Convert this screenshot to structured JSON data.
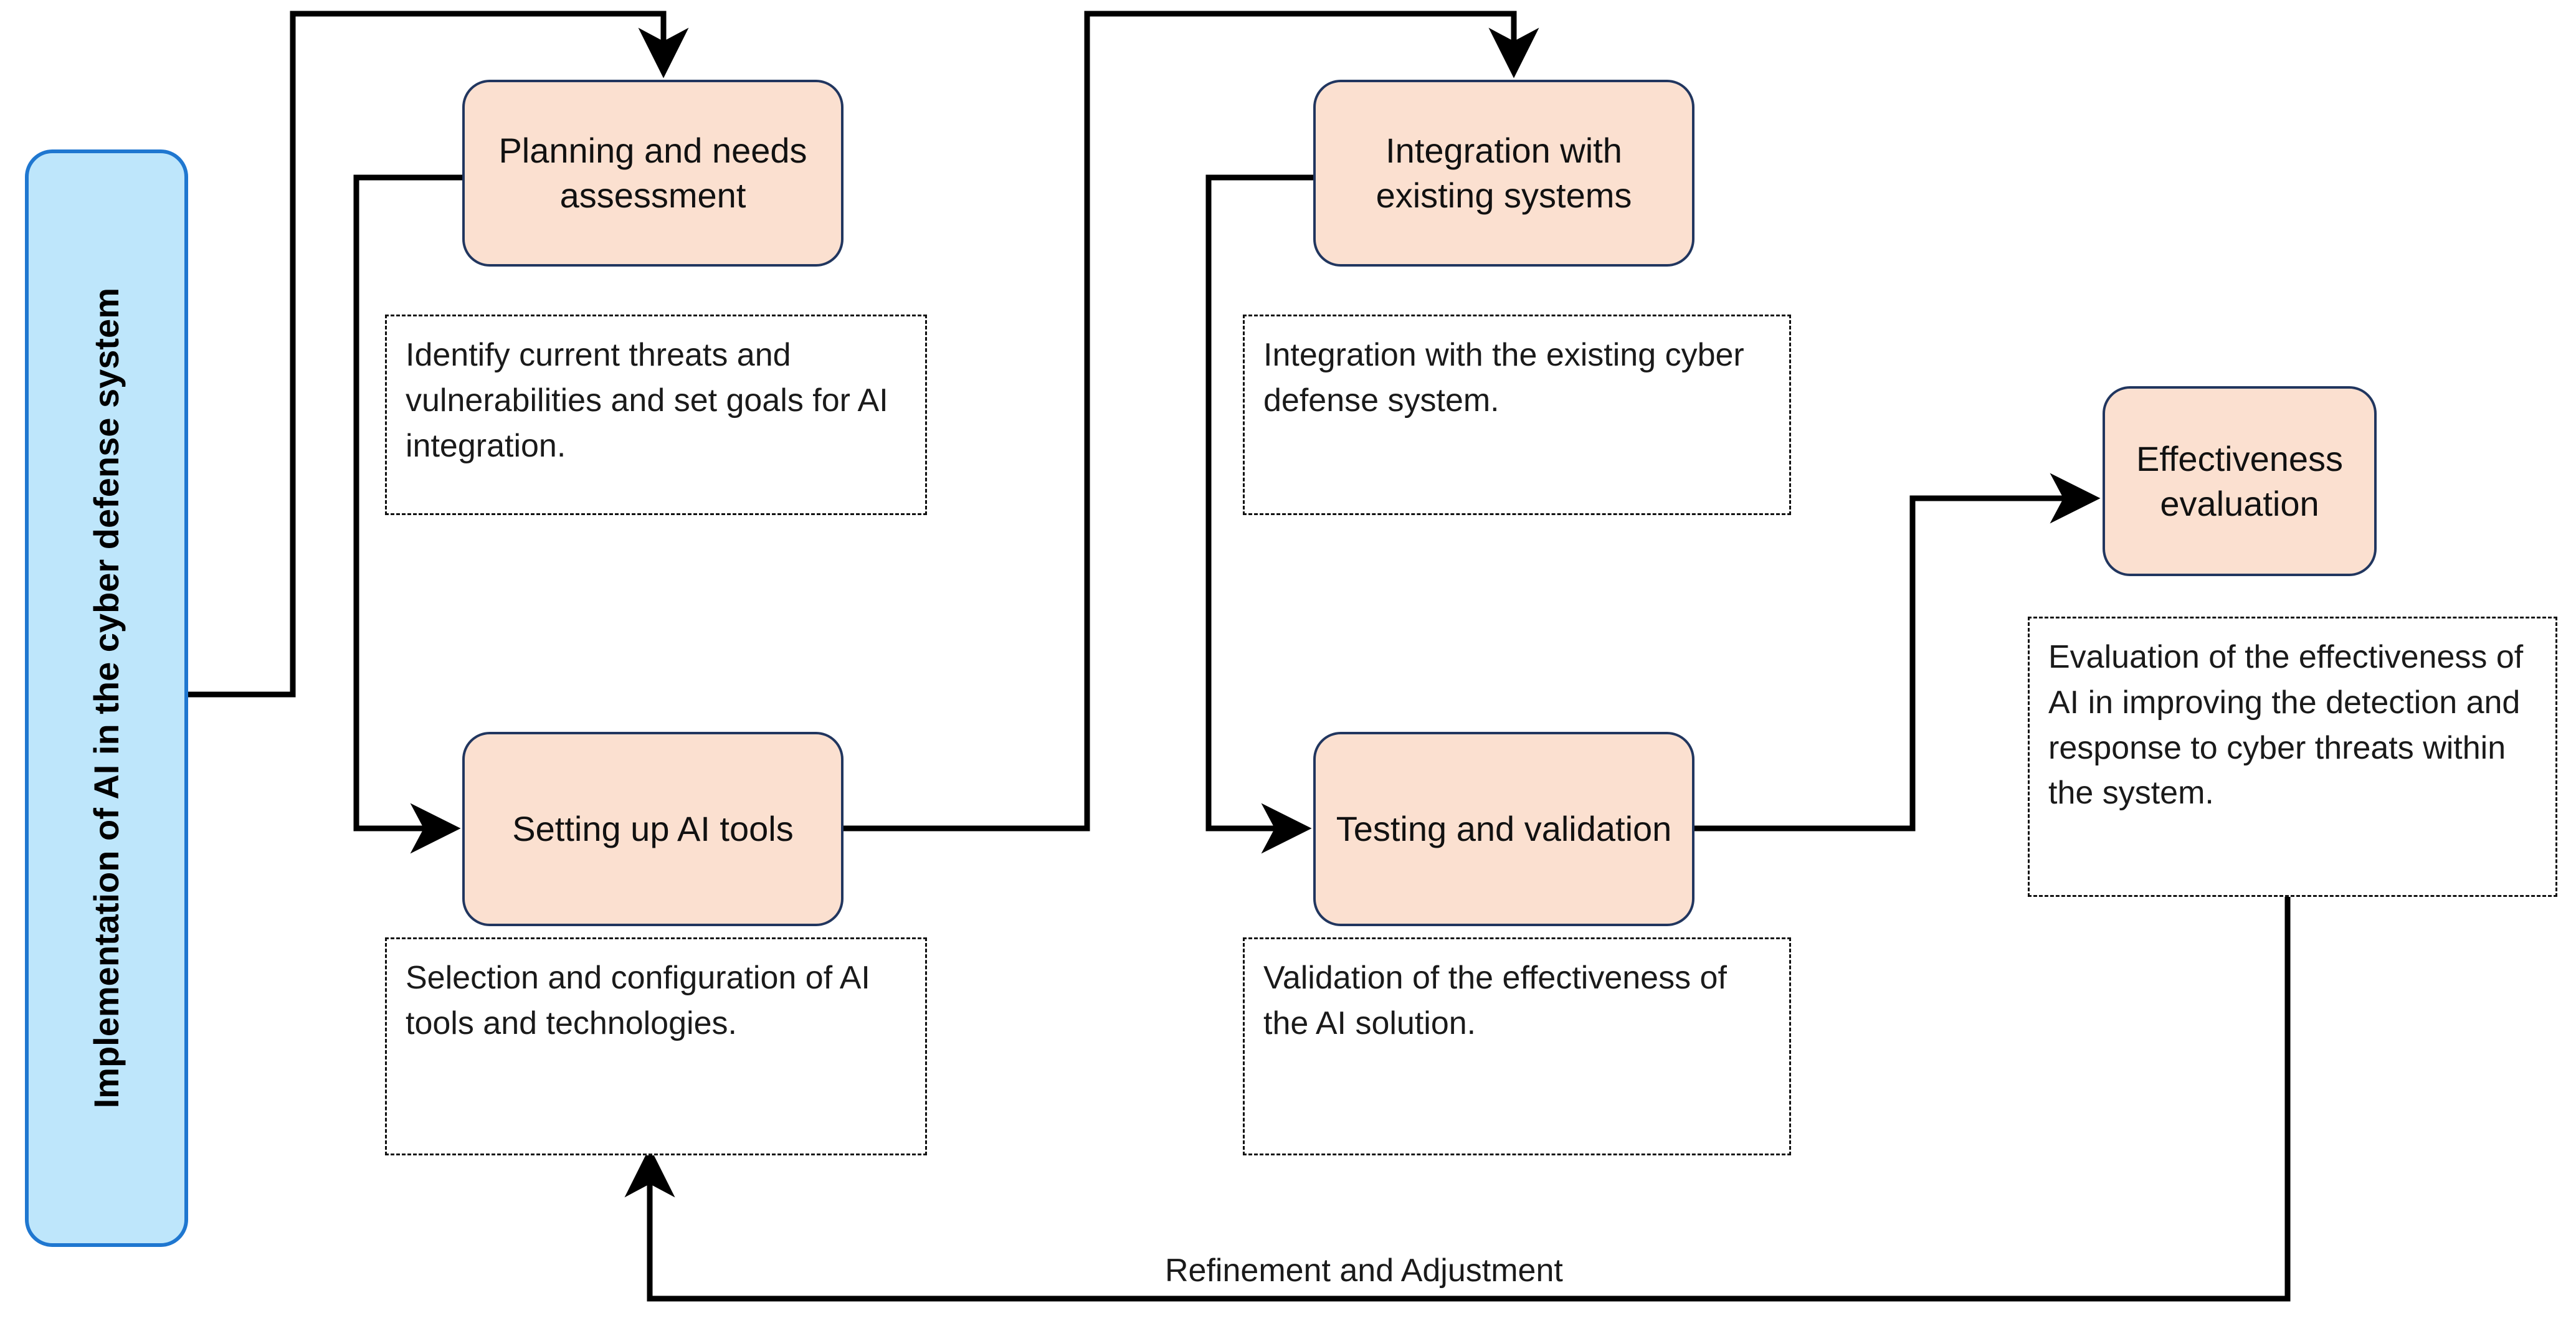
{
  "diagram": {
    "type": "flowchart",
    "banner": {
      "label": "Implementation of AI in the cyber defense system",
      "fill": "#BEE6FB",
      "border": "#1F77D0"
    },
    "node_style": {
      "fill": "#FBE0D0",
      "border": "#21365F",
      "note_border": "#111111"
    },
    "nodes": [
      {
        "id": "planning",
        "label": "Planning and needs assessment",
        "note": "Identify current threats and vulnerabilities and set goals for AI integration."
      },
      {
        "id": "setup",
        "label": "Setting up AI tools",
        "note": "Selection and configuration of AI tools and technologies."
      },
      {
        "id": "integration",
        "label": "Integration with existing systems",
        "note": "Integration with the existing cyber defense system."
      },
      {
        "id": "testing",
        "label": "Testing and validation",
        "note": "Validation of the effectiveness of the AI solution."
      },
      {
        "id": "evaluation",
        "label": "Effectiveness evaluation",
        "note": "Evaluation of the effectiveness of AI in improving the detection and response to cyber threats within the system."
      }
    ],
    "edges": [
      {
        "from": "banner",
        "to": "planning",
        "label": ""
      },
      {
        "from": "banner",
        "to": "setup",
        "label": ""
      },
      {
        "from": "setup",
        "to": "integration",
        "label": ""
      },
      {
        "from": "integration",
        "to": "testing",
        "label": ""
      },
      {
        "from": "testing",
        "to": "evaluation",
        "label": ""
      },
      {
        "from": "evaluation",
        "to": "setup",
        "label": "Refinement and Adjustment"
      }
    ],
    "loop_label": "Refinement and Adjustment"
  }
}
